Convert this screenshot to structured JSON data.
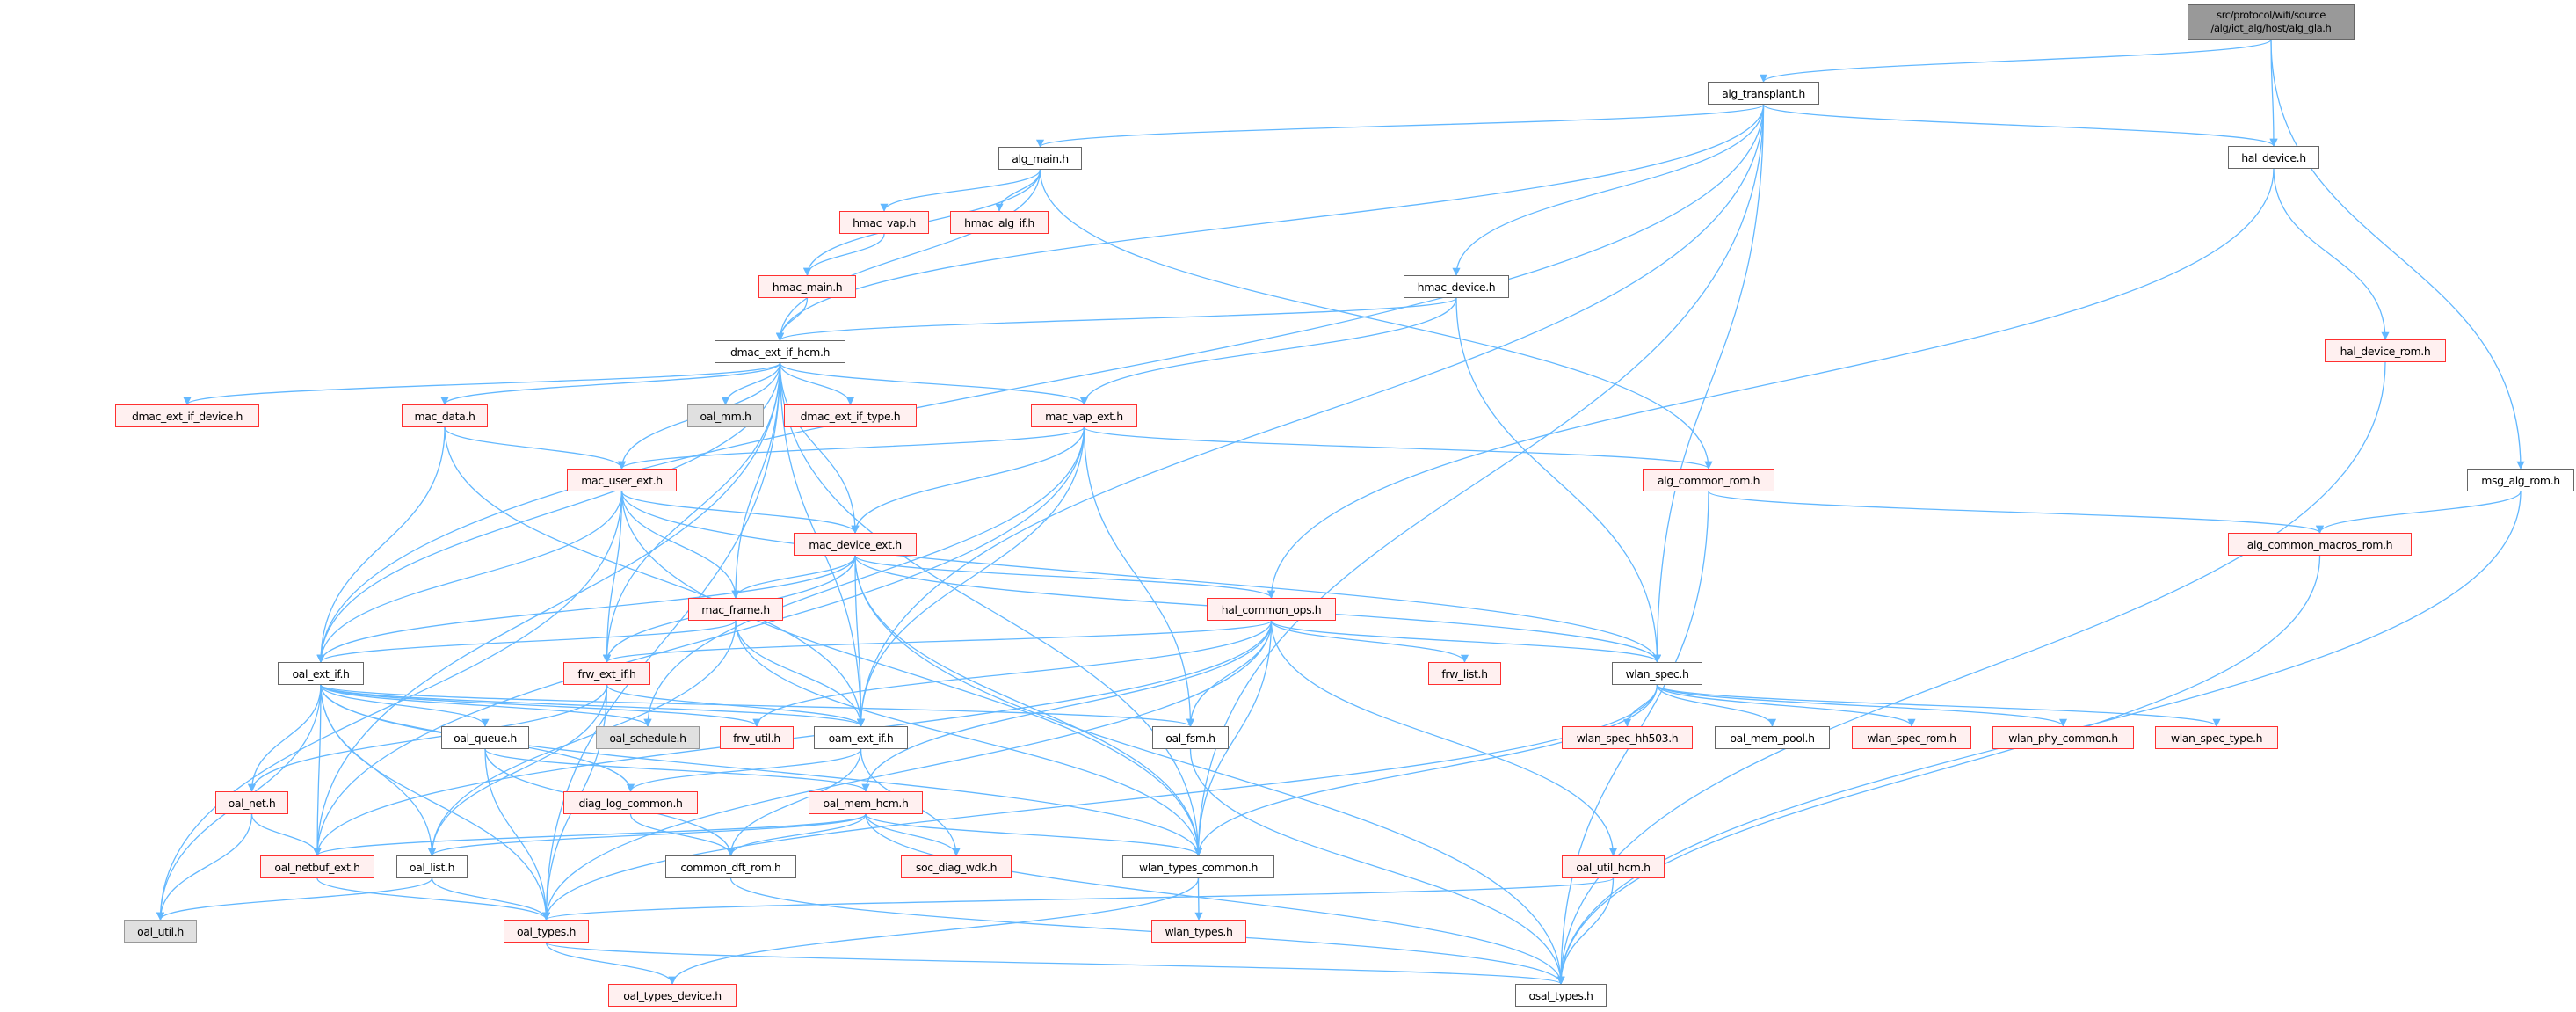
{
  "colors": {
    "edge": "#63b8ff",
    "red_border": "#ff3030",
    "red_fill": "#fff0f0",
    "gray_fill": "#e0e0e0",
    "root_fill": "#999999"
  },
  "root": {
    "line1": "src/protocol/wifi/source",
    "line2": "/alg/iot_alg/host/alg_gla.h"
  },
  "nodes": [
    {
      "id": "alg_transplant",
      "label": "alg_transplant.h",
      "style": "white"
    },
    {
      "id": "alg_main",
      "label": "alg_main.h",
      "style": "white"
    },
    {
      "id": "hal_device",
      "label": "hal_device.h",
      "style": "white"
    },
    {
      "id": "hmac_vap",
      "label": "hmac_vap.h",
      "style": "red"
    },
    {
      "id": "hmac_alg_if",
      "label": "hmac_alg_if.h",
      "style": "red"
    },
    {
      "id": "hmac_main",
      "label": "hmac_main.h",
      "style": "red"
    },
    {
      "id": "hmac_device",
      "label": "hmac_device.h",
      "style": "white"
    },
    {
      "id": "dmac_ext_if_hcm",
      "label": "dmac_ext_if_hcm.h",
      "style": "white"
    },
    {
      "id": "hal_device_rom",
      "label": "hal_device_rom.h",
      "style": "red"
    },
    {
      "id": "dmac_ext_if_device",
      "label": "dmac_ext_if_device.h",
      "style": "red"
    },
    {
      "id": "mac_data",
      "label": "mac_data.h",
      "style": "red"
    },
    {
      "id": "oal_mm",
      "label": "oal_mm.h",
      "style": "gray"
    },
    {
      "id": "dmac_ext_if_type",
      "label": "dmac_ext_if_type.h",
      "style": "red"
    },
    {
      "id": "mac_vap_ext",
      "label": "mac_vap_ext.h",
      "style": "red"
    },
    {
      "id": "mac_user_ext",
      "label": "mac_user_ext.h",
      "style": "red"
    },
    {
      "id": "alg_common_rom",
      "label": "alg_common_rom.h",
      "style": "red"
    },
    {
      "id": "msg_alg_rom",
      "label": "msg_alg_rom.h",
      "style": "white"
    },
    {
      "id": "mac_device_ext",
      "label": "mac_device_ext.h",
      "style": "red"
    },
    {
      "id": "alg_common_macros_rom",
      "label": "alg_common_macros_rom.h",
      "style": "red"
    },
    {
      "id": "mac_frame",
      "label": "mac_frame.h",
      "style": "red"
    },
    {
      "id": "hal_common_ops",
      "label": "hal_common_ops.h",
      "style": "red"
    },
    {
      "id": "oal_ext_if",
      "label": "oal_ext_if.h",
      "style": "white"
    },
    {
      "id": "frw_ext_if",
      "label": "frw_ext_if.h",
      "style": "red"
    },
    {
      "id": "frw_list",
      "label": "frw_list.h",
      "style": "red"
    },
    {
      "id": "wlan_spec",
      "label": "wlan_spec.h",
      "style": "white"
    },
    {
      "id": "oal_queue",
      "label": "oal_queue.h",
      "style": "white"
    },
    {
      "id": "oal_schedule",
      "label": "oal_schedule.h",
      "style": "gray"
    },
    {
      "id": "frw_util",
      "label": "frw_util.h",
      "style": "red"
    },
    {
      "id": "oam_ext_if",
      "label": "oam_ext_if.h",
      "style": "white"
    },
    {
      "id": "oal_fsm",
      "label": "oal_fsm.h",
      "style": "white"
    },
    {
      "id": "wlan_spec_hh503",
      "label": "wlan_spec_hh503.h",
      "style": "red"
    },
    {
      "id": "oal_mem_pool",
      "label": "oal_mem_pool.h",
      "style": "white"
    },
    {
      "id": "wlan_spec_rom",
      "label": "wlan_spec_rom.h",
      "style": "red"
    },
    {
      "id": "wlan_phy_common",
      "label": "wlan_phy_common.h",
      "style": "red"
    },
    {
      "id": "wlan_spec_type",
      "label": "wlan_spec_type.h",
      "style": "red"
    },
    {
      "id": "oal_net",
      "label": "oal_net.h",
      "style": "red"
    },
    {
      "id": "diag_log_common",
      "label": "diag_log_common.h",
      "style": "red"
    },
    {
      "id": "oal_mem_hcm",
      "label": "oal_mem_hcm.h",
      "style": "red"
    },
    {
      "id": "oal_netbuf_ext",
      "label": "oal_netbuf_ext.h",
      "style": "red"
    },
    {
      "id": "oal_list",
      "label": "oal_list.h",
      "style": "white"
    },
    {
      "id": "common_dft_rom",
      "label": "common_dft_rom.h",
      "style": "white"
    },
    {
      "id": "soc_diag_wdk",
      "label": "soc_diag_wdk.h",
      "style": "red"
    },
    {
      "id": "wlan_types_common",
      "label": "wlan_types_common.h",
      "style": "white"
    },
    {
      "id": "oal_util_hcm",
      "label": "oal_util_hcm.h",
      "style": "red"
    },
    {
      "id": "oal_util",
      "label": "oal_util.h",
      "style": "gray"
    },
    {
      "id": "oal_types",
      "label": "oal_types.h",
      "style": "red"
    },
    {
      "id": "wlan_types",
      "label": "wlan_types.h",
      "style": "red"
    },
    {
      "id": "oal_types_device",
      "label": "oal_types_device.h",
      "style": "red"
    },
    {
      "id": "osal_types",
      "label": "osal_types.h",
      "style": "white"
    }
  ],
  "edges": [
    [
      "root",
      "alg_transplant"
    ],
    [
      "root",
      "hal_device"
    ],
    [
      "root",
      "msg_alg_rom"
    ],
    [
      "alg_transplant",
      "alg_main"
    ],
    [
      "alg_transplant",
      "dmac_ext_if_hcm"
    ],
    [
      "alg_transplant",
      "hal_device"
    ],
    [
      "alg_transplant",
      "hmac_device"
    ],
    [
      "alg_transplant",
      "oal_ext_if"
    ],
    [
      "alg_transplant",
      "wlan_spec"
    ],
    [
      "alg_transplant",
      "oam_ext_if"
    ],
    [
      "alg_transplant",
      "wlan_types_common"
    ],
    [
      "alg_main",
      "hmac_vap"
    ],
    [
      "alg_main",
      "hmac_alg_if"
    ],
    [
      "alg_main",
      "hmac_main"
    ],
    [
      "alg_main",
      "dmac_ext_if_hcm"
    ],
    [
      "alg_main",
      "alg_common_rom"
    ],
    [
      "hmac_vap",
      "hmac_main"
    ],
    [
      "hmac_main",
      "dmac_ext_if_hcm"
    ],
    [
      "hmac_device",
      "dmac_ext_if_hcm"
    ],
    [
      "hmac_device",
      "mac_vap_ext"
    ],
    [
      "hmac_device",
      "wlan_spec"
    ],
    [
      "hal_device",
      "hal_device_rom"
    ],
    [
      "hal_device",
      "hal_common_ops"
    ],
    [
      "hal_device_rom",
      "osal_types"
    ],
    [
      "msg_alg_rom",
      "alg_common_macros_rom"
    ],
    [
      "msg_alg_rom",
      "osal_types"
    ],
    [
      "alg_common_rom",
      "alg_common_macros_rom"
    ],
    [
      "alg_common_rom",
      "osal_types"
    ],
    [
      "alg_common_macros_rom",
      "osal_types"
    ],
    [
      "dmac_ext_if_hcm",
      "dmac_ext_if_device"
    ],
    [
      "dmac_ext_if_hcm",
      "mac_data"
    ],
    [
      "dmac_ext_if_hcm",
      "oal_mm"
    ],
    [
      "dmac_ext_if_hcm",
      "dmac_ext_if_type"
    ],
    [
      "dmac_ext_if_hcm",
      "mac_vap_ext"
    ],
    [
      "dmac_ext_if_hcm",
      "mac_user_ext"
    ],
    [
      "dmac_ext_if_hcm",
      "mac_device_ext"
    ],
    [
      "dmac_ext_if_hcm",
      "mac_frame"
    ],
    [
      "dmac_ext_if_hcm",
      "frw_ext_if"
    ],
    [
      "dmac_ext_if_hcm",
      "oal_ext_if"
    ],
    [
      "dmac_ext_if_hcm",
      "oam_ext_if"
    ],
    [
      "dmac_ext_if_hcm",
      "oal_types"
    ],
    [
      "dmac_ext_if_hcm",
      "oal_netbuf_ext"
    ],
    [
      "dmac_ext_if_hcm",
      "wlan_types_common"
    ],
    [
      "mac_data",
      "mac_user_ext"
    ],
    [
      "mac_data",
      "oal_ext_if"
    ],
    [
      "mac_data",
      "oam_ext_if"
    ],
    [
      "mac_vap_ext",
      "mac_user_ext"
    ],
    [
      "mac_vap_ext",
      "mac_device_ext"
    ],
    [
      "mac_vap_ext",
      "alg_common_rom"
    ],
    [
      "mac_vap_ext",
      "oal_fsm"
    ],
    [
      "mac_vap_ext",
      "oam_ext_if"
    ],
    [
      "mac_vap_ext",
      "oal_schedule"
    ],
    [
      "mac_vap_ext",
      "oal_netbuf_ext"
    ],
    [
      "mac_user_ext",
      "mac_device_ext"
    ],
    [
      "mac_user_ext",
      "mac_frame"
    ],
    [
      "mac_user_ext",
      "oal_ext_if"
    ],
    [
      "mac_user_ext",
      "frw_ext_if"
    ],
    [
      "mac_user_ext",
      "oal_util"
    ],
    [
      "mac_user_ext",
      "wlan_spec"
    ],
    [
      "mac_user_ext",
      "wlan_types_common"
    ],
    [
      "mac_device_ext",
      "mac_frame"
    ],
    [
      "mac_device_ext",
      "oal_ext_if"
    ],
    [
      "mac_device_ext",
      "frw_ext_if"
    ],
    [
      "mac_device_ext",
      "oam_ext_if"
    ],
    [
      "mac_device_ext",
      "hal_common_ops"
    ],
    [
      "mac_device_ext",
      "wlan_spec"
    ],
    [
      "mac_device_ext",
      "wlan_types_common"
    ],
    [
      "mac_device_ext",
      "osal_types"
    ],
    [
      "mac_frame",
      "oal_ext_if"
    ],
    [
      "mac_frame",
      "oam_ext_if"
    ],
    [
      "mac_frame",
      "wlan_types_common"
    ],
    [
      "mac_frame",
      "oal_list"
    ],
    [
      "hal_common_ops",
      "frw_list"
    ],
    [
      "hal_common_ops",
      "wlan_spec"
    ],
    [
      "hal_common_ops",
      "frw_ext_if"
    ],
    [
      "hal_common_ops",
      "oal_fsm"
    ],
    [
      "hal_common_ops",
      "frw_util"
    ],
    [
      "hal_common_ops",
      "oal_mem_hcm"
    ],
    [
      "hal_common_ops",
      "wlan_types_common"
    ],
    [
      "hal_common_ops",
      "oal_util_hcm"
    ],
    [
      "hal_common_ops",
      "oal_types"
    ],
    [
      "hal_common_ops",
      "oal_netbuf_ext"
    ],
    [
      "wlan_spec",
      "wlan_spec_hh503"
    ],
    [
      "wlan_spec",
      "oal_mem_pool"
    ],
    [
      "wlan_spec",
      "wlan_spec_rom"
    ],
    [
      "wlan_spec",
      "wlan_phy_common"
    ],
    [
      "wlan_spec",
      "wlan_spec_type"
    ],
    [
      "wlan_spec",
      "wlan_types_common"
    ],
    [
      "wlan_spec",
      "oal_types"
    ],
    [
      "oal_ext_if",
      "oal_net"
    ],
    [
      "oal_ext_if",
      "oal_netbuf_ext"
    ],
    [
      "oal_ext_if",
      "oal_list"
    ],
    [
      "oal_ext_if",
      "oal_util"
    ],
    [
      "oal_ext_if",
      "oal_types"
    ],
    [
      "oal_ext_if",
      "oal_queue"
    ],
    [
      "oal_ext_if",
      "oal_schedule"
    ],
    [
      "oal_ext_if",
      "frw_util"
    ],
    [
      "oal_ext_if",
      "oam_ext_if"
    ],
    [
      "oal_ext_if",
      "oal_fsm"
    ],
    [
      "oal_ext_if",
      "diag_log_common"
    ],
    [
      "oal_ext_if",
      "wlan_types_common"
    ],
    [
      "frw_ext_if",
      "oam_ext_if"
    ],
    [
      "frw_ext_if",
      "oal_types"
    ],
    [
      "frw_ext_if",
      "oal_net"
    ],
    [
      "frw_ext_if",
      "oal_list"
    ],
    [
      "oal_queue",
      "oal_mem_hcm"
    ],
    [
      "oal_queue",
      "oal_types"
    ],
    [
      "oal_queue",
      "common_dft_rom"
    ],
    [
      "oam_ext_if",
      "diag_log_common"
    ],
    [
      "oam_ext_if",
      "common_dft_rom"
    ],
    [
      "oam_ext_if",
      "soc_diag_wdk"
    ],
    [
      "oal_mem_hcm",
      "oal_netbuf_ext"
    ],
    [
      "oal_mem_hcm",
      "oal_list"
    ],
    [
      "oal_mem_hcm",
      "common_dft_rom"
    ],
    [
      "oal_mem_hcm",
      "soc_diag_wdk"
    ],
    [
      "oal_mem_hcm",
      "wlan_types_common"
    ],
    [
      "oal_mem_hcm",
      "osal_types"
    ],
    [
      "oal_net",
      "oal_netbuf_ext"
    ],
    [
      "oal_net",
      "oal_util"
    ],
    [
      "oal_netbuf_ext",
      "oal_types"
    ],
    [
      "oal_list",
      "oal_types"
    ],
    [
      "oal_list",
      "oal_util"
    ],
    [
      "diag_log_common",
      "common_dft_rom"
    ],
    [
      "common_dft_rom",
      "osal_types"
    ],
    [
      "oal_fsm",
      "osal_types"
    ],
    [
      "wlan_types_common",
      "wlan_types"
    ],
    [
      "wlan_types_common",
      "oal_types_device"
    ],
    [
      "oal_util_hcm",
      "oal_types"
    ],
    [
      "oal_util_hcm",
      "osal_types"
    ],
    [
      "oal_types",
      "oal_types_device"
    ],
    [
      "oal_types",
      "osal_types"
    ]
  ]
}
